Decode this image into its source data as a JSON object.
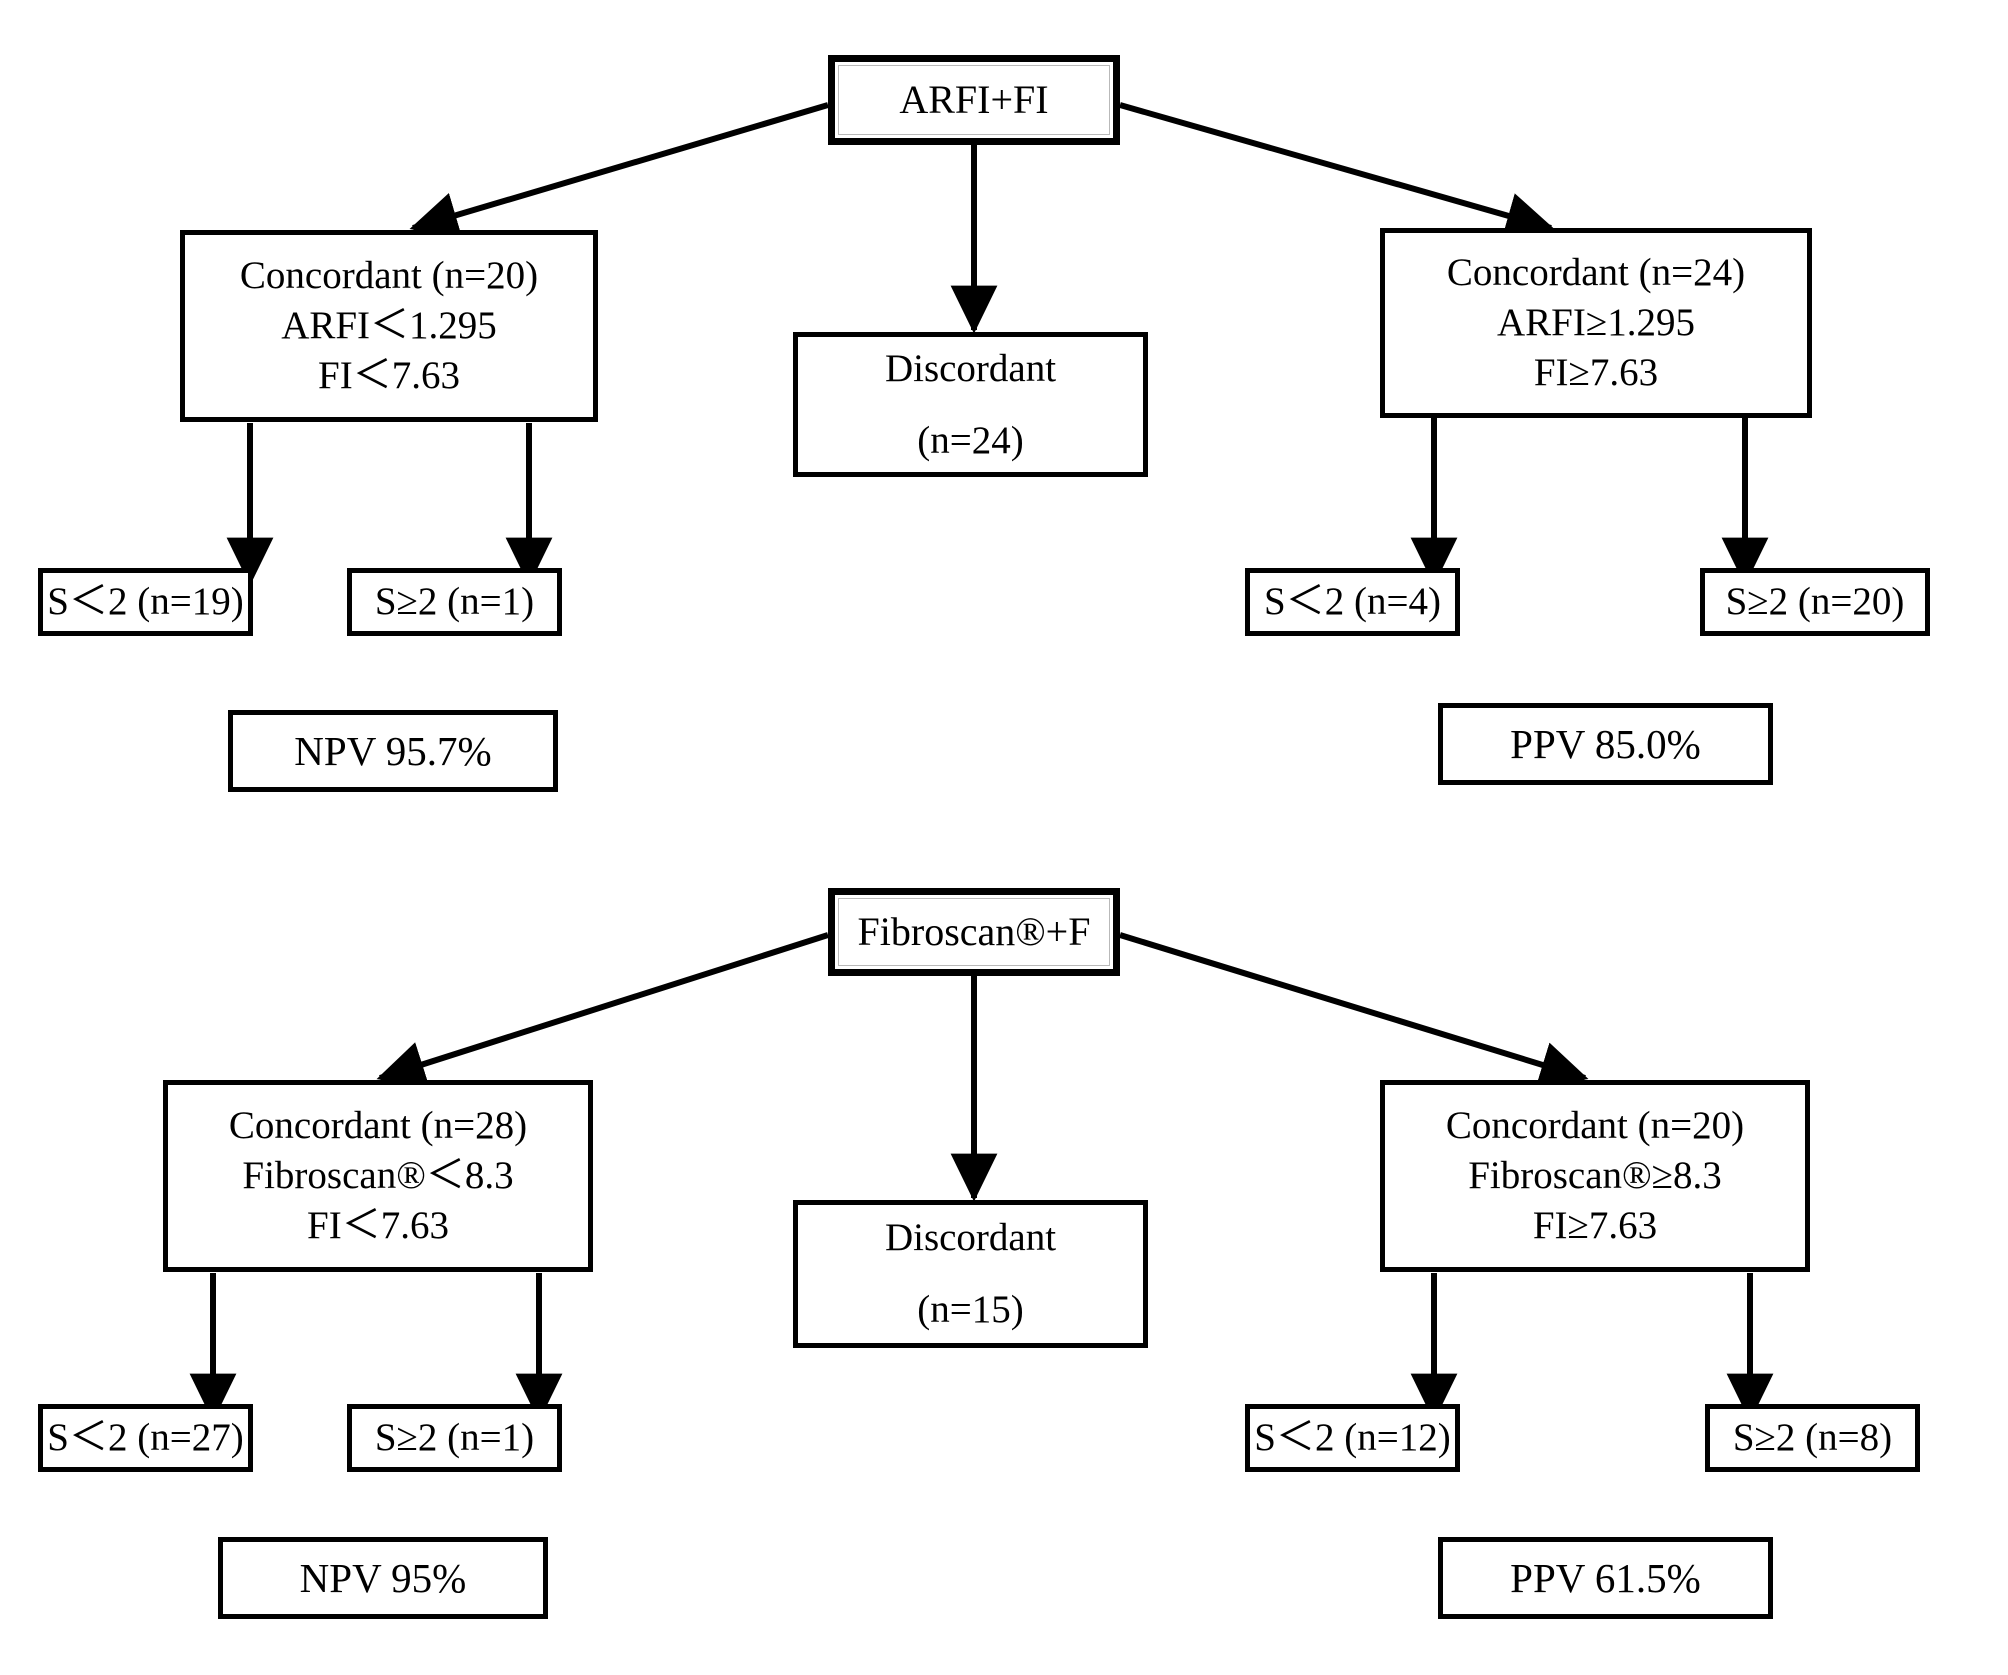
{
  "diagram": {
    "title": "Diagnostic algorithm flowcharts combining elastography and fibrosis index",
    "type": "flowchart",
    "colors": {
      "stroke": "#000000",
      "fill": "#ffffff",
      "text": "#000000"
    },
    "trees": [
      {
        "id": "arfi-tree",
        "root": {
          "label": "ARFI+FI"
        },
        "middle": {
          "line1": "Discordant",
          "line2": "(n=24)"
        },
        "left_branch": {
          "concordant": {
            "line1": "Concordant (n=20)",
            "line2": "ARFI＜1.295",
            "line3": "FI＜7.63"
          },
          "leaf_left": {
            "label": "S＜2 (n=19)"
          },
          "leaf_right": {
            "label": "S≥2 (n=1)"
          },
          "predictive_value": {
            "label": "NPV 95.7%"
          }
        },
        "right_branch": {
          "concordant": {
            "line1": "Concordant (n=24)",
            "line2": "ARFI≥1.295",
            "line3": "FI≥7.63"
          },
          "leaf_left": {
            "label": "S＜2 (n=4)"
          },
          "leaf_right": {
            "label": "S≥2 (n=20)"
          },
          "predictive_value": {
            "label": "PPV 85.0%"
          }
        }
      },
      {
        "id": "fibroscan-tree",
        "root": {
          "label": "Fibroscan®+F"
        },
        "middle": {
          "line1": "Discordant",
          "line2": "(n=15)"
        },
        "left_branch": {
          "concordant": {
            "line1": "Concordant (n=28)",
            "line2": "Fibroscan®＜8.3",
            "line3": "FI＜7.63"
          },
          "leaf_left": {
            "label": "S＜2 (n=27)"
          },
          "leaf_right": {
            "label": "S≥2 (n=1)"
          },
          "predictive_value": {
            "label": "NPV 95%"
          }
        },
        "right_branch": {
          "concordant": {
            "line1": "Concordant (n=20)",
            "line2": "Fibroscan®≥8.3",
            "line3": "FI≥7.63"
          },
          "leaf_left": {
            "label": "S＜2 (n=12)"
          },
          "leaf_right": {
            "label": "S≥2 (n=8)"
          },
          "predictive_value": {
            "label": "PPV 61.5%"
          }
        }
      }
    ]
  },
  "chart_data": {
    "type": "table",
    "title": "ARFI+FI and Fibroscan®+F combined diagnostic algorithms",
    "series": [
      {
        "name": "ARFI+FI",
        "total_concordant_low": 20,
        "total_concordant_high": 24,
        "discordant": 24,
        "low_S_lt2": 19,
        "low_S_ge2": 1,
        "high_S_lt2": 4,
        "high_S_ge2": 20,
        "NPV": "95.7%",
        "PPV": "85.0%",
        "cutoff_elastography": 1.295,
        "cutoff_FI": 7.63
      },
      {
        "name": "Fibroscan®+F",
        "total_concordant_low": 28,
        "total_concordant_high": 20,
        "discordant": 15,
        "low_S_lt2": 27,
        "low_S_ge2": 1,
        "high_S_lt2": 12,
        "high_S_ge2": 8,
        "NPV": "95%",
        "PPV": "61.5%",
        "cutoff_elastography": 8.3,
        "cutoff_FI": 7.63
      }
    ]
  }
}
